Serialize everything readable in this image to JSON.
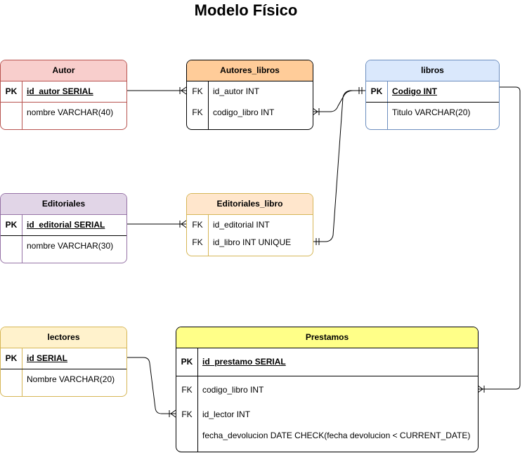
{
  "title": "Modelo Físico",
  "colors": {
    "autor_header": "#f8cecc",
    "autores_libros_header": "#ffcc99",
    "libros_header": "#dae8fc",
    "editoriales_header": "#e1d5e7",
    "editoriales_libro_header": "#ffe6cc",
    "lectores_header": "#fff2cc",
    "prestamos_header": "#ffff88"
  },
  "tables": {
    "autor": {
      "name": "Autor",
      "pk_key": "PK",
      "pk_field": "id_autor SERIAL",
      "fields": [
        "nombre VARCHAR(40)"
      ]
    },
    "autores_libros": {
      "name": "Autores_libros",
      "rows": [
        {
          "key": "FK",
          "field": "id_autor INT"
        },
        {
          "key": "FK",
          "field": "codigo_libro INT"
        }
      ]
    },
    "libros": {
      "name": "libros",
      "pk_key": "PK",
      "pk_field": "Codigo INT",
      "fields": [
        "Titulo VARCHAR(20)"
      ]
    },
    "editoriales": {
      "name": "Editoriales",
      "pk_key": "PK",
      "pk_field": "id_editorial SERIAL",
      "fields": [
        "nombre VARCHAR(30)"
      ]
    },
    "editoriales_libro": {
      "name": "Editoriales_libro",
      "rows": [
        {
          "key": "FK",
          "field": "id_editorial INT"
        },
        {
          "key": "FK",
          "field": "id_libro INT UNIQUE"
        }
      ]
    },
    "lectores": {
      "name": "lectores",
      "pk_key": "PK",
      "pk_field": "id SERIAL",
      "fields": [
        "Nombre VARCHAR(20)"
      ]
    },
    "prestamos": {
      "name": "Prestamos",
      "pk_key": "PK",
      "pk_field": "id_prestamo SERIAL",
      "rows": [
        {
          "key": "FK",
          "field": "codigo_libro INT"
        },
        {
          "key": "FK",
          "field": "id_lector INT"
        },
        {
          "key": "",
          "field": "fecha_devolucion DATE CHECK(fecha devolucion < CURRENT_DATE)"
        }
      ]
    }
  }
}
